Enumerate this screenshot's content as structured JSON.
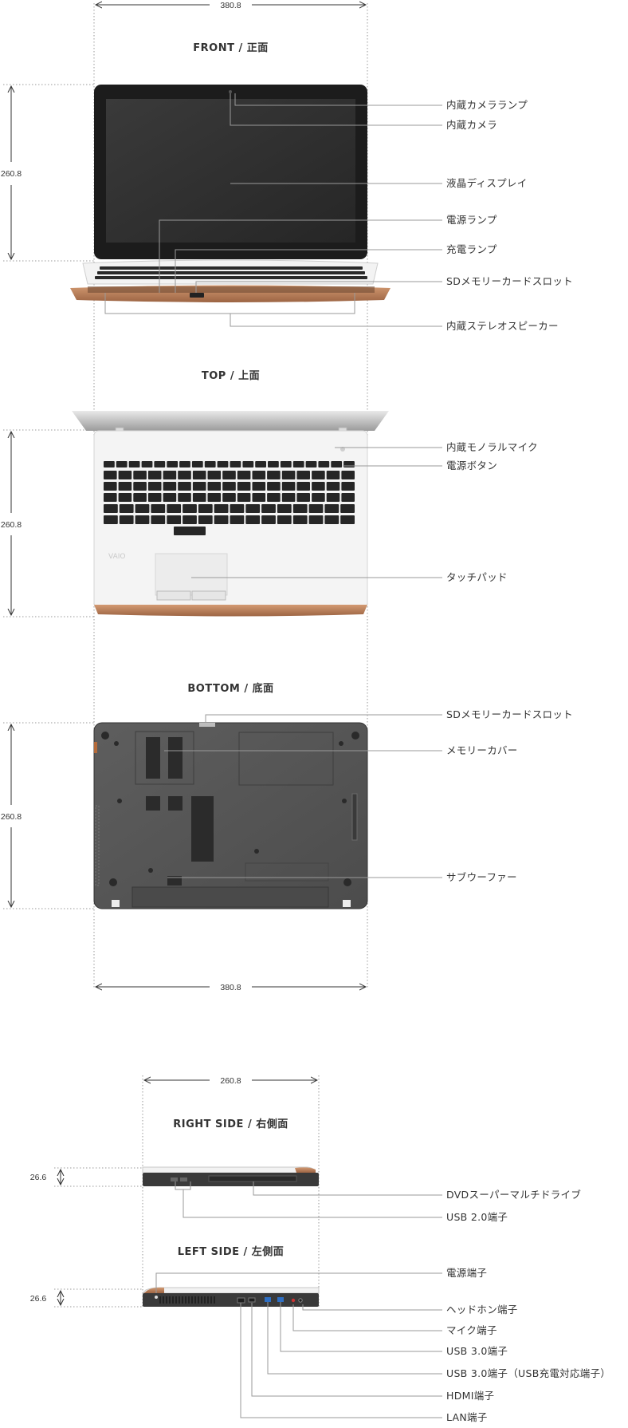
{
  "views": {
    "front": {
      "title": "FRONT / 正面"
    },
    "top": {
      "title": "TOP / 上面"
    },
    "bottom": {
      "title": "BOTTOM / 底面"
    },
    "right": {
      "title": "RIGHT SIDE / 右側面"
    },
    "left": {
      "title": "LEFT SIDE / 左側面"
    }
  },
  "dimensions": {
    "width": "380.8",
    "depth": "260.8",
    "height": "26.6"
  },
  "brand": "VAIO",
  "labels": {
    "front": [
      "内蔵カメラランプ",
      "内蔵カメラ",
      "液晶ディスプレイ",
      "電源ランプ",
      "充電ランプ",
      "SDメモリーカードスロット",
      "内蔵ステレオスピーカー"
    ],
    "top": [
      "内蔵モノラルマイク",
      "電源ボタン",
      "タッチパッド"
    ],
    "bottom": [
      "SDメモリーカードスロット",
      "メモリーカバー",
      "サブウーファー"
    ],
    "right": [
      "DVDスーパーマルチドライブ",
      "USB 2.0端子"
    ],
    "left": [
      "電源端子",
      "ヘッドホン端子",
      "マイク端子",
      "USB 3.0端子",
      "USB 3.0端子（USB充電対応端子）",
      "HDMI端子",
      "LAN端子"
    ]
  },
  "colors": {
    "copper": "#c08560",
    "usb3": "#2e6fc4",
    "body_white": "#f4f4f4",
    "bottom_case": "#595959"
  }
}
